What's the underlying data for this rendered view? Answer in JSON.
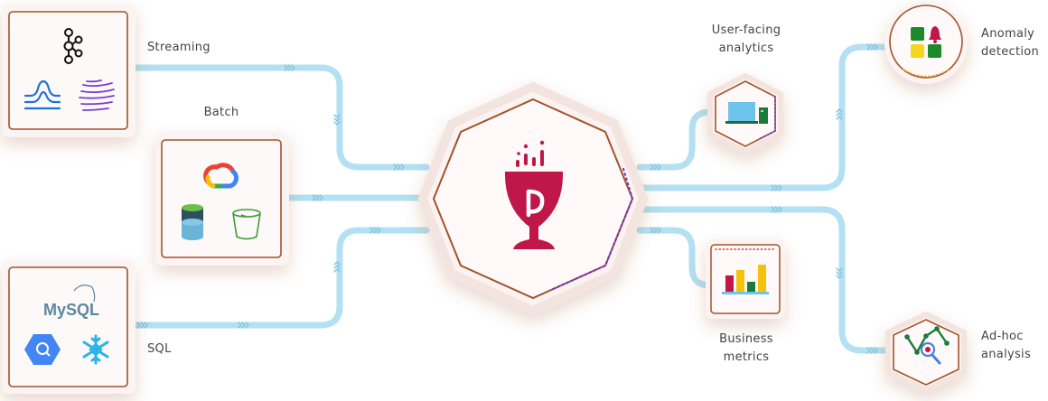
{
  "sources": {
    "streaming": {
      "label": "Streaming",
      "icons": [
        "kafka-icon",
        "kinesis-icon",
        "pulsar-icon"
      ]
    },
    "batch": {
      "label": "Batch",
      "icons": [
        "google-cloud-icon",
        "delta-lake-icon",
        "s3-bucket-icon"
      ]
    },
    "sql": {
      "label": "SQL",
      "icons": [
        "mysql-logo",
        "bigquery-icon",
        "snowflake-icon"
      ],
      "mysql_text": "MySQL"
    }
  },
  "hub": {
    "icon": "pinot-wine-glass-logo"
  },
  "outputs": {
    "user_facing": {
      "label_line1": "User-facing",
      "label_line2": "analytics",
      "icon": "dashboard-icon"
    },
    "business": {
      "label_line1": "Business",
      "label_line2": "metrics",
      "icon": "bar-chart-icon"
    },
    "anomaly": {
      "label_line1": "Anomaly",
      "label_line2": "detection",
      "icon": "anomaly-grid-icon"
    },
    "adhoc": {
      "label_line1": "Ad-hoc",
      "label_line2": "analysis",
      "icon": "magnifier-chart-icon"
    }
  },
  "colors": {
    "flow": "#b3e0f2",
    "chevron": "#7fc5e2",
    "brand": "#c0174a",
    "card_border": "#a3522a",
    "card_fill": "#fdf6f4",
    "dotted_accent": "#6a2fd0"
  }
}
